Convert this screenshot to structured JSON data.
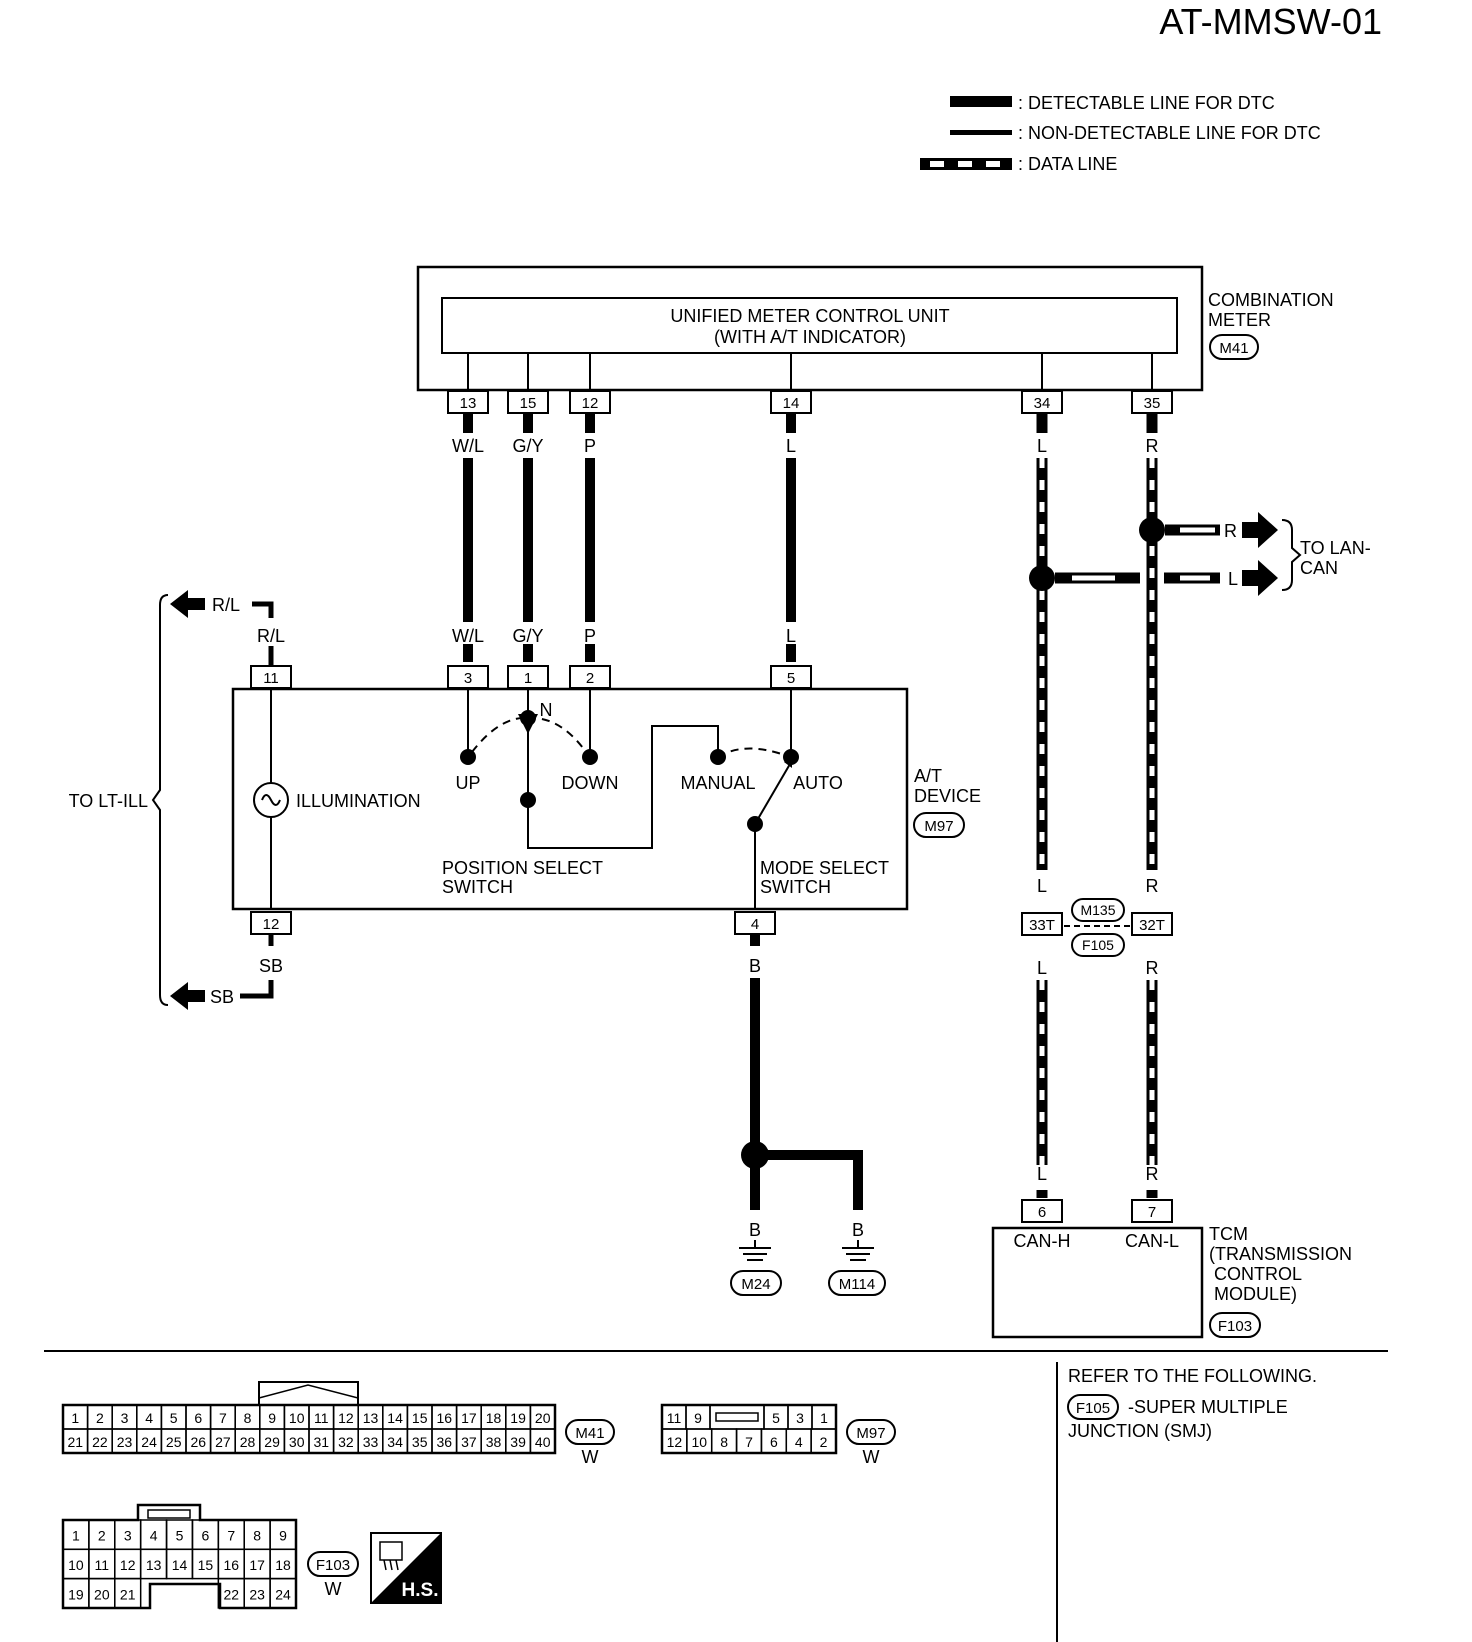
{
  "title": "AT-MMSW-01",
  "legend": {
    "detectable": ": DETECTABLE LINE FOR DTC",
    "non_detectable": ": NON-DETECTABLE LINE FOR DTC",
    "data_line": ": DATA LINE"
  },
  "meter": {
    "unit_line1": "UNIFIED METER CONTROL UNIT",
    "unit_line2": "(WITH A/T INDICATOR)",
    "name_line1": "COMBINATION",
    "name_line2": "METER",
    "connector": "M41",
    "pins": [
      "13",
      "15",
      "12",
      "14",
      "34",
      "35"
    ],
    "wires_top": [
      "W/L",
      "G/Y",
      "P",
      "L",
      "L",
      "R"
    ]
  },
  "lan": {
    "label_line1": "TO LAN-",
    "label_line2": "CAN",
    "r": "R",
    "l": "L"
  },
  "ltill": {
    "label": "TO LT-ILL",
    "rl_arrow": "R/L",
    "rl_wire": "R/L",
    "sb_arrow": "SB",
    "sb_wire": "SB"
  },
  "device": {
    "name_line1": "A/T",
    "name_line2": "DEVICE",
    "connector": "M97",
    "pins_top": [
      "11",
      "3",
      "1",
      "2",
      "5"
    ],
    "wires_mid": [
      "W/L",
      "G/Y",
      "P",
      "L"
    ],
    "pins_bottom": [
      "12",
      "4"
    ],
    "illumination": "ILLUMINATION",
    "n": "N",
    "up": "UP",
    "down": "DOWN",
    "manual": "MANUAL",
    "auto": "AUTO",
    "pos_switch_line1": "POSITION SELECT",
    "pos_switch_line2": "SWITCH",
    "mode_switch_line1": "MODE SELECT",
    "mode_switch_line2": "SWITCH"
  },
  "ground": {
    "wire_b1": "B",
    "wire_b2": "B",
    "wire_b3": "B",
    "conn1": "M24",
    "conn2": "M114"
  },
  "smj": {
    "conn_top": "M135",
    "conn_bottom": "F105",
    "pin_left": "33T",
    "pin_right": "32T",
    "wires": [
      "L",
      "R",
      "L",
      "R",
      "L",
      "R",
      "L",
      "R"
    ]
  },
  "tcm": {
    "pin_left": "6",
    "pin_right": "7",
    "can_h": "CAN-H",
    "can_l": "CAN-L",
    "name_line1": "TCM",
    "name_line2": "(TRANSMISSION",
    "name_line3": "CONTROL",
    "name_line4": "MODULE)",
    "connector": "F103"
  },
  "refer": {
    "line1": "REFER TO THE FOLLOWING.",
    "tag": "F105",
    "line2": "-SUPER MULTIPLE",
    "line3": "JUNCTION (SMJ)"
  },
  "m41_face": {
    "row1": [
      "1",
      "2",
      "3",
      "4",
      "5",
      "6",
      "7",
      "8",
      "9",
      "10",
      "11",
      "12",
      "13",
      "14",
      "15",
      "16",
      "17",
      "18",
      "19",
      "20"
    ],
    "row2": [
      "21",
      "22",
      "23",
      "24",
      "25",
      "26",
      "27",
      "28",
      "29",
      "30",
      "31",
      "32",
      "33",
      "34",
      "35",
      "36",
      "37",
      "38",
      "39",
      "40"
    ],
    "tag": "M41",
    "color": "W"
  },
  "m97_face": {
    "row1": [
      "11",
      "9",
      "",
      "5",
      "3",
      "1"
    ],
    "row2": [
      "12",
      "10",
      "8",
      "7",
      "6",
      "4",
      "2"
    ],
    "tag": "M97",
    "color": "W"
  },
  "f103_face": {
    "row1": [
      "1",
      "2",
      "3",
      "4",
      "5",
      "6",
      "7",
      "8",
      "9"
    ],
    "row2": [
      "10",
      "11",
      "12",
      "13",
      "14",
      "15",
      "16",
      "17",
      "18"
    ],
    "row3": [
      "19",
      "20",
      "21",
      "",
      "",
      "",
      "22",
      "23",
      "24"
    ],
    "tag": "F103",
    "color": "W"
  },
  "hs_badge": "H.S."
}
